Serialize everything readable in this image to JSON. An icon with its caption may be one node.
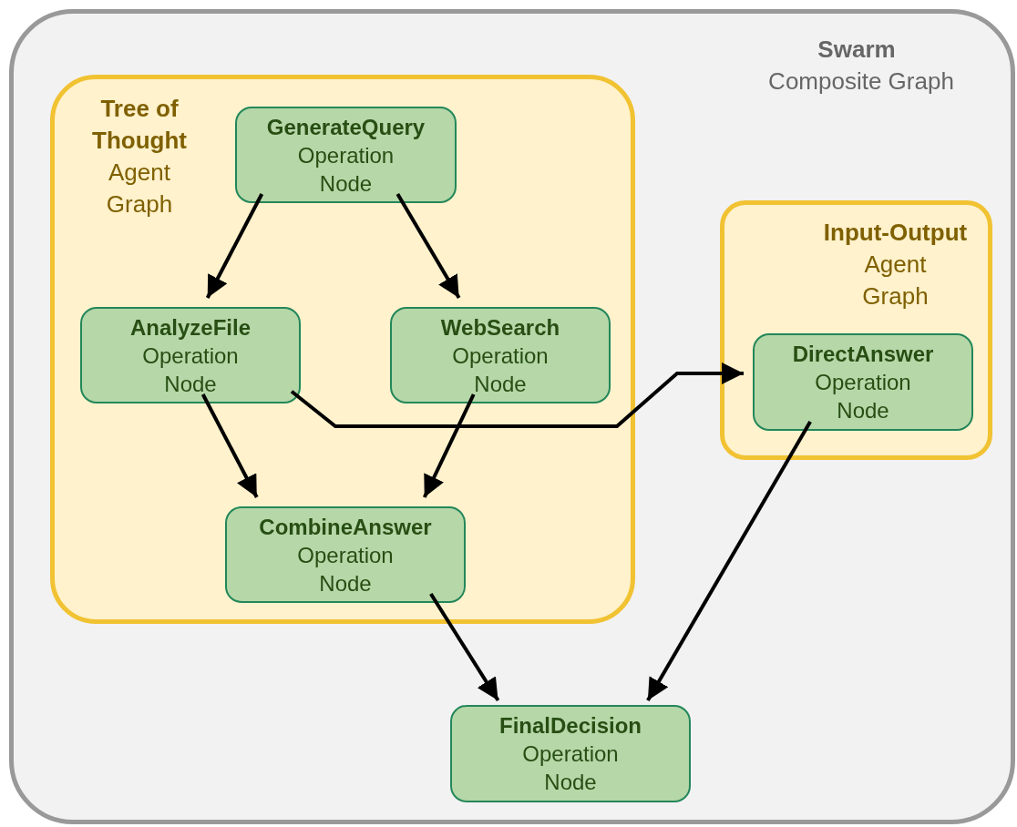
{
  "diagram": {
    "nodes": [
      {
        "text": [
          "Swarm",
          "Composite Graph"
        ]
      },
      {
        "text": [
          "Tree of Thought",
          "Agent Graph"
        ],
        "in": 0
      },
      {
        "text": [
          "GenerateQuery",
          "Operation Node"
        ],
        "in": 1
      },
      {
        "text": [
          "AnalyzeFile",
          "Operation Node"
        ],
        "in": 1
      },
      {
        "text": [
          "WebSearch",
          "Operation Node"
        ],
        "in": 1
      },
      {
        "text": [
          "CombineAnswer",
          "Operation Node"
        ],
        "in": 1
      },
      {
        "text": [
          "Input-Output",
          "Agent Graph"
        ],
        "in": 0
      },
      {
        "text": [
          "DirectAnswer",
          "Operation Node"
        ],
        "in": 6
      },
      {
        "text": [
          "FinalDecision",
          "Operation Node"
        ],
        "in": 0
      }
    ],
    "edges": [
      {
        "from": 2,
        "to": 3,
        "arrow": "to"
      },
      {
        "from": 2,
        "to": 4,
        "arrow": "to"
      },
      {
        "from": 3,
        "to": 5,
        "arrow": "to"
      },
      {
        "from": 4,
        "to": 5,
        "arrow": "to"
      },
      {
        "from": 3,
        "to": 7,
        "arrow": "to"
      },
      {
        "from": 5,
        "to": 8,
        "arrow": "to"
      },
      {
        "from": 7,
        "to": 8,
        "arrow": "to"
      }
    ]
  }
}
